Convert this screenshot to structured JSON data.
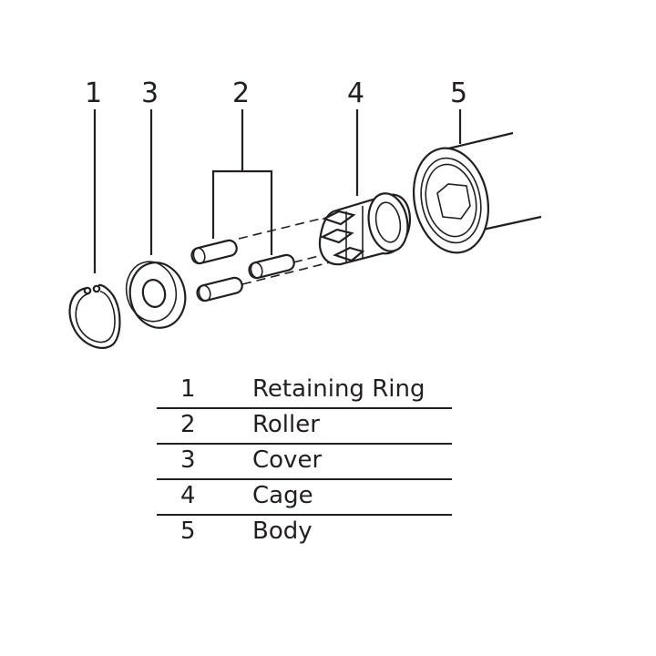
{
  "callouts": [
    "1",
    "3",
    "2",
    "4",
    "5"
  ],
  "legend": [
    {
      "number": "1",
      "name": "Retaining Ring"
    },
    {
      "number": "2",
      "name": "Roller"
    },
    {
      "number": "3",
      "name": "Cover"
    },
    {
      "number": "4",
      "name": "Cage"
    },
    {
      "number": "5",
      "name": "Body"
    }
  ]
}
